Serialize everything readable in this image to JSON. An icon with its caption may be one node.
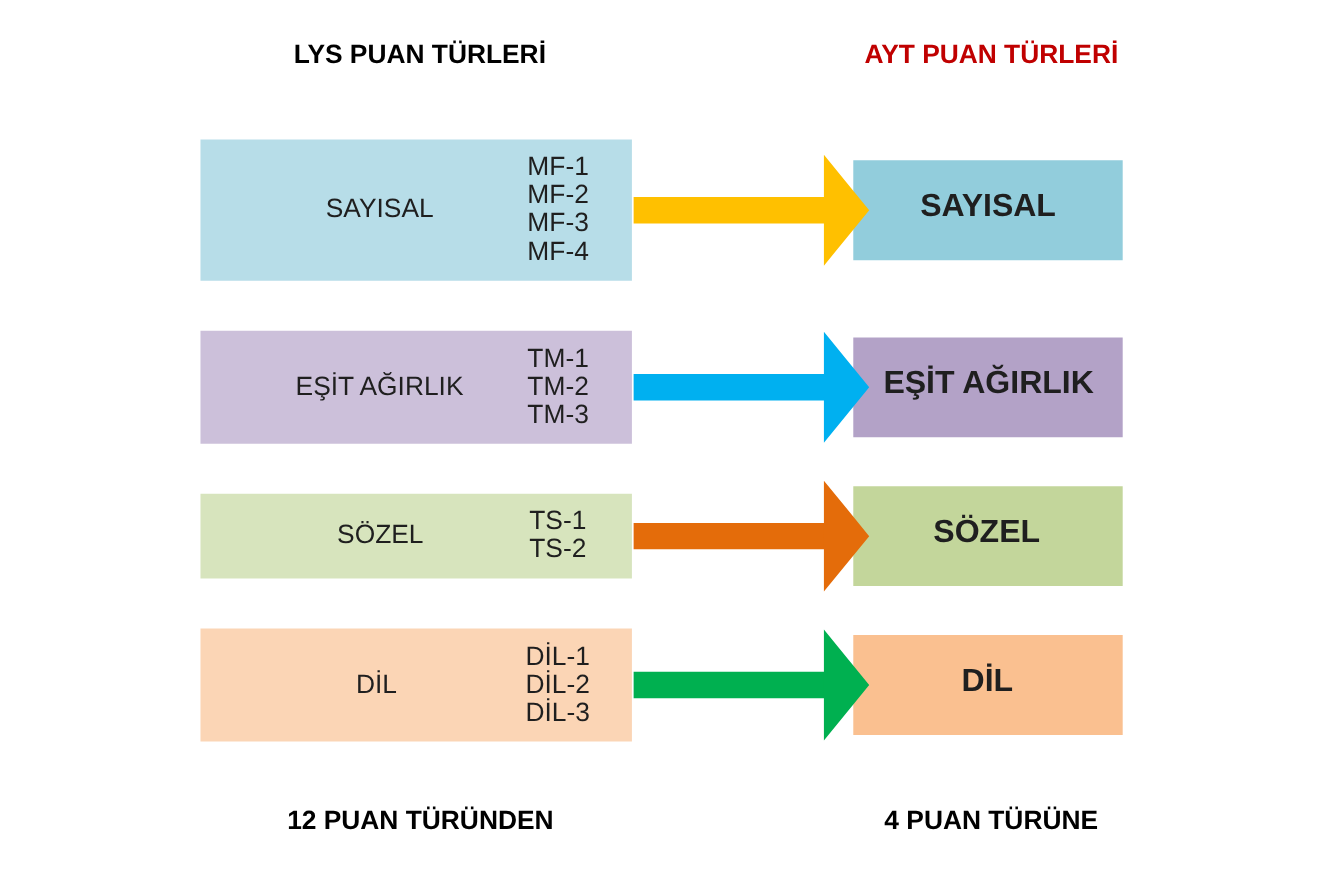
{
  "diagram": {
    "nodes": [
      {
        "text": [
          "SAYISAL",
          "MF-1 MF-2 MF-3 MF-4"
        ]
      },
      {
        "text": [
          "EŞİT AĞIRLIK",
          "TM-1 TM-2 TM-3"
        ]
      },
      {
        "text": [
          "SÖZEL",
          "TS-1 TS-2"
        ]
      },
      {
        "text": [
          "DİL",
          "DİL-1 DİL-2 DİL-3"
        ]
      },
      {
        "text": [
          "SAYISAL"
        ]
      },
      {
        "text": [
          "EŞİT AĞIRLIK"
        ]
      },
      {
        "text": [
          "SÖZEL"
        ]
      },
      {
        "text": [
          "DİL"
        ]
      }
    ],
    "edges": [
      {
        "from": 0,
        "to": 4,
        "arrow": "to",
        "color": "#ffc000"
      },
      {
        "from": 1,
        "to": 5,
        "arrow": "to",
        "color": "#00b0f0"
      },
      {
        "from": 2,
        "to": 6,
        "arrow": "to",
        "color": "#e46c0a"
      },
      {
        "from": 3,
        "to": 7,
        "arrow": "to",
        "color": "#00b050"
      }
    ],
    "labels": [
      "LYS PUAN TÜRLERİ",
      "AYT PUAN TÜRLERİ",
      "12 PUAN TÜRÜNDEN",
      "4 PUAN TÜRÜNE"
    ]
  }
}
